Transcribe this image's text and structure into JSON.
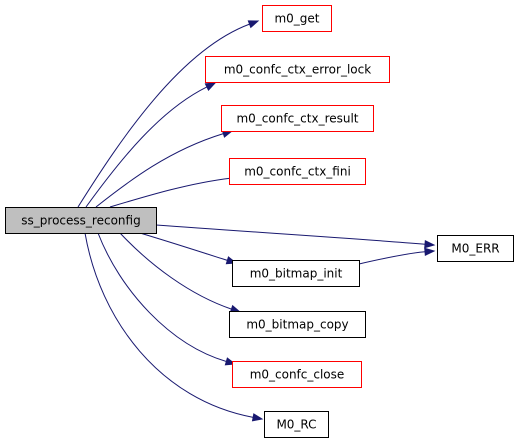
{
  "colors": {
    "edge": "#191970",
    "root_fill": "#bfbfbf",
    "root_border": "#000000",
    "linked_border": "#ff0000",
    "plain_border": "#000000",
    "node_fill": "#ffffff"
  },
  "graph": {
    "root": {
      "id": "ss_process_reconfig",
      "label": "ss_process_reconfig"
    },
    "nodes": [
      {
        "id": "m0_get",
        "label": "m0_get",
        "style": "linked"
      },
      {
        "id": "m0_confc_ctx_error_lock",
        "label": "m0_confc_ctx_error_lock",
        "style": "linked"
      },
      {
        "id": "m0_confc_ctx_result",
        "label": "m0_confc_ctx_result",
        "style": "linked"
      },
      {
        "id": "m0_confc_ctx_fini",
        "label": "m0_confc_ctx_fini",
        "style": "linked"
      },
      {
        "id": "M0_ERR",
        "label": "M0_ERR",
        "style": "plain"
      },
      {
        "id": "m0_bitmap_init",
        "label": "m0_bitmap_init",
        "style": "plain"
      },
      {
        "id": "m0_bitmap_copy",
        "label": "m0_bitmap_copy",
        "style": "plain"
      },
      {
        "id": "m0_confc_close",
        "label": "m0_confc_close",
        "style": "linked"
      },
      {
        "id": "M0_RC",
        "label": "M0_RC",
        "style": "plain"
      }
    ],
    "edges": [
      {
        "from": "ss_process_reconfig",
        "to": "m0_get"
      },
      {
        "from": "ss_process_reconfig",
        "to": "m0_confc_ctx_error_lock"
      },
      {
        "from": "ss_process_reconfig",
        "to": "m0_confc_ctx_result"
      },
      {
        "from": "ss_process_reconfig",
        "to": "m0_confc_ctx_fini"
      },
      {
        "from": "ss_process_reconfig",
        "to": "M0_ERR"
      },
      {
        "from": "ss_process_reconfig",
        "to": "m0_bitmap_init"
      },
      {
        "from": "ss_process_reconfig",
        "to": "m0_bitmap_copy"
      },
      {
        "from": "ss_process_reconfig",
        "to": "m0_confc_close"
      },
      {
        "from": "ss_process_reconfig",
        "to": "M0_RC"
      },
      {
        "from": "m0_bitmap_init",
        "to": "M0_ERR"
      }
    ]
  }
}
